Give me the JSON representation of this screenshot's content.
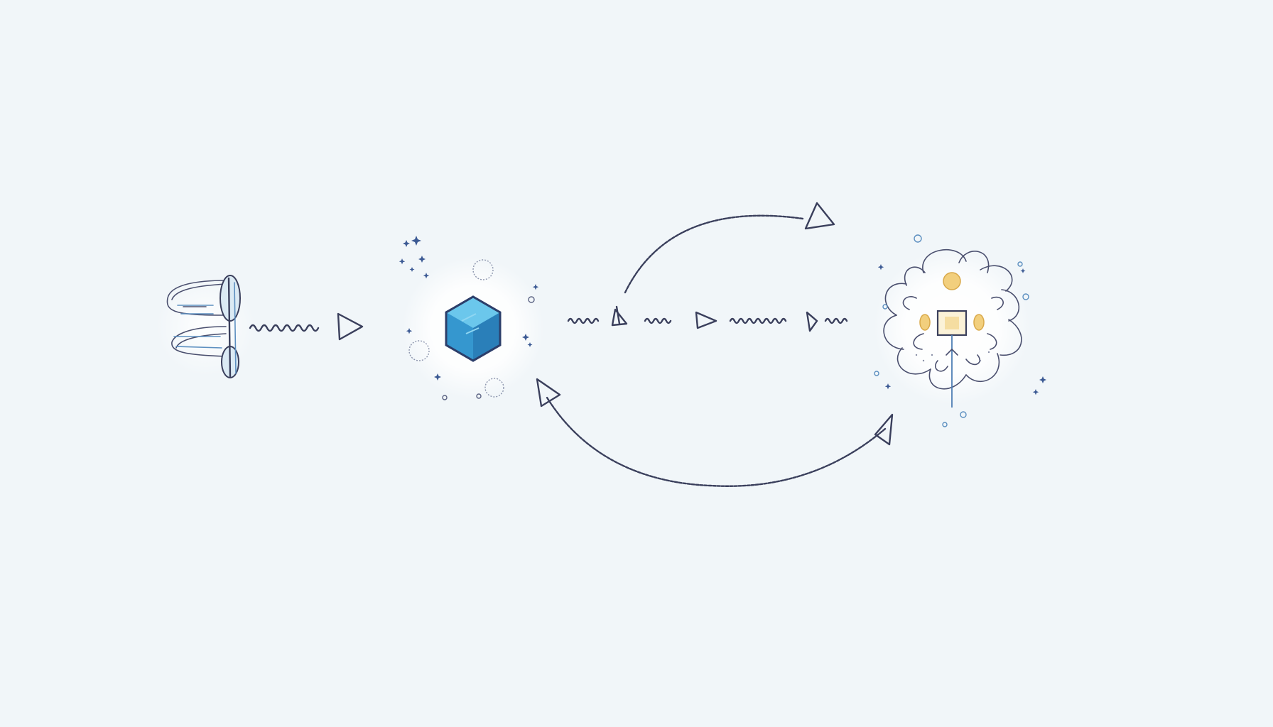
{
  "colors": {
    "background": "#f1f6f9",
    "ink": "#3a3f5c",
    "cube_light": "#5cc0e8",
    "cube_dark": "#2f7fb8",
    "accent_yellow": "#f2cf7d",
    "sparkle": "#3c5a94"
  },
  "nodes": [
    {
      "id": "source",
      "icon": "spool-icon"
    },
    {
      "id": "hub",
      "icon": "cube-icon"
    },
    {
      "id": "destination",
      "icon": "cloud-network-icon"
    }
  ],
  "edges": [
    {
      "from": "source",
      "to": "hub",
      "style": "squiggle"
    },
    {
      "from": "hub",
      "to": "destination",
      "style": "squiggle-dashed"
    },
    {
      "from": "hub",
      "to": "destination",
      "style": "arc-top"
    },
    {
      "from": "destination",
      "to": "hub",
      "style": "arc-bottom"
    }
  ]
}
